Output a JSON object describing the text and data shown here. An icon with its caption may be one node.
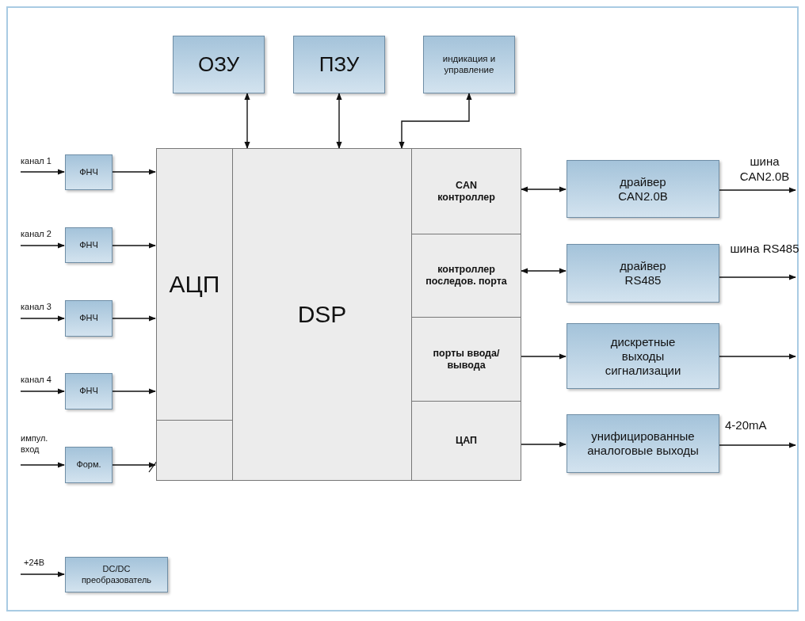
{
  "diagram": {
    "nodes": [
      {
        "text": [
          "ОЗУ"
        ]
      },
      {
        "text": [
          "ПЗУ"
        ]
      },
      {
        "text": [
          "индикация и управление"
        ]
      },
      {
        "text": [
          "ФНЧ"
        ]
      },
      {
        "text": [
          "ФНЧ"
        ]
      },
      {
        "text": [
          "ФНЧ"
        ]
      },
      {
        "text": [
          "ФНЧ"
        ]
      },
      {
        "text": [
          "Форм."
        ]
      },
      {
        "text": [
          "АЦП"
        ]
      },
      {
        "text": [],
        "shape": "box"
      },
      {
        "text": [
          "DSP"
        ]
      },
      {
        "text": [
          "CAN контроллер"
        ]
      },
      {
        "text": [
          "контроллер последов. порта"
        ]
      },
      {
        "text": [
          "порты ввода/вывода"
        ]
      },
      {
        "text": [
          "ЦАП"
        ]
      },
      {
        "text": [
          "драйвер CAN2.0B"
        ]
      },
      {
        "text": [
          "драйвер RS485"
        ]
      },
      {
        "text": [
          "дискретные выходы сигнализации"
        ]
      },
      {
        "text": [
          "унифицированные аналоговые выходы"
        ]
      },
      {
        "text": [
          "DC/DC преобразователь"
        ]
      }
    ],
    "edges": [
      {
        "from": 0,
        "to": 10,
        "arrow": "both"
      },
      {
        "from": 1,
        "to": 10,
        "arrow": "both"
      },
      {
        "from": 2,
        "to": 10,
        "arrow": "both"
      },
      {
        "from": null,
        "to": 3,
        "arrow": "to",
        "label": "канал 1"
      },
      {
        "from": null,
        "to": 4,
        "arrow": "to",
        "label": "канал 2"
      },
      {
        "from": null,
        "to": 5,
        "arrow": "to",
        "label": "канал 3"
      },
      {
        "from": null,
        "to": 6,
        "arrow": "to",
        "label": "канал 4"
      },
      {
        "from": null,
        "to": 7,
        "arrow": "to",
        "label": "импул. вход"
      },
      {
        "from": 3,
        "to": 8,
        "arrow": "to"
      },
      {
        "from": 4,
        "to": 8,
        "arrow": "to"
      },
      {
        "from": 5,
        "to": 8,
        "arrow": "to"
      },
      {
        "from": 6,
        "to": 8,
        "arrow": "to"
      },
      {
        "from": 7,
        "to": 9,
        "arrow": "to"
      },
      {
        "from": 11,
        "to": 15,
        "arrow": "both"
      },
      {
        "from": 12,
        "to": 16,
        "arrow": "both"
      },
      {
        "from": 13,
        "to": 17,
        "arrow": "to"
      },
      {
        "from": 14,
        "to": 18,
        "arrow": "to"
      },
      {
        "from": 15,
        "to": null,
        "arrow": "to",
        "label": "шина CAN2.0B"
      },
      {
        "from": 16,
        "to": null,
        "arrow": "to",
        "label": "шина RS485"
      },
      {
        "from": 17,
        "to": null,
        "arrow": "to"
      },
      {
        "from": 18,
        "to": null,
        "arrow": "to",
        "label": "4-20mA"
      },
      {
        "from": null,
        "to": 19,
        "arrow": "to",
        "label": "+24В"
      }
    ]
  }
}
